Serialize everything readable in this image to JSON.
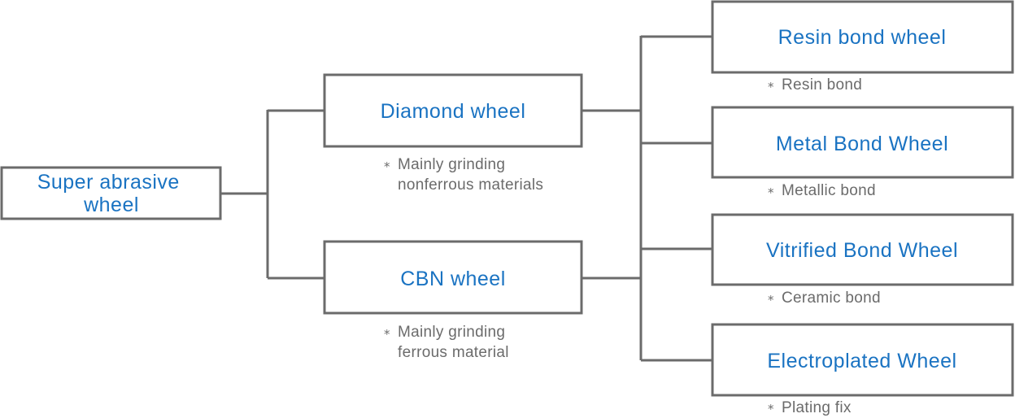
{
  "marker": "*",
  "colors": {
    "label": "#1a73c2",
    "line": "#6b6b6b",
    "note": "#6b6b6b"
  },
  "root": {
    "label_lines": [
      "Super abrasive",
      "wheel"
    ]
  },
  "categories": [
    {
      "label": "Diamond wheel",
      "note_lines": [
        "Mainly grinding",
        "nonferrous materials"
      ]
    },
    {
      "label": "CBN wheel",
      "note_lines": [
        "Mainly grinding",
        "ferrous material"
      ]
    }
  ],
  "types": [
    {
      "label": "Resin bond wheel",
      "note": "Resin bond"
    },
    {
      "label": "Metal Bond Wheel",
      "note": "Metallic bond"
    },
    {
      "label": "Vitrified Bond Wheel",
      "note": "Ceramic bond"
    },
    {
      "label": "Electroplated Wheel",
      "note": "Plating fix"
    }
  ]
}
